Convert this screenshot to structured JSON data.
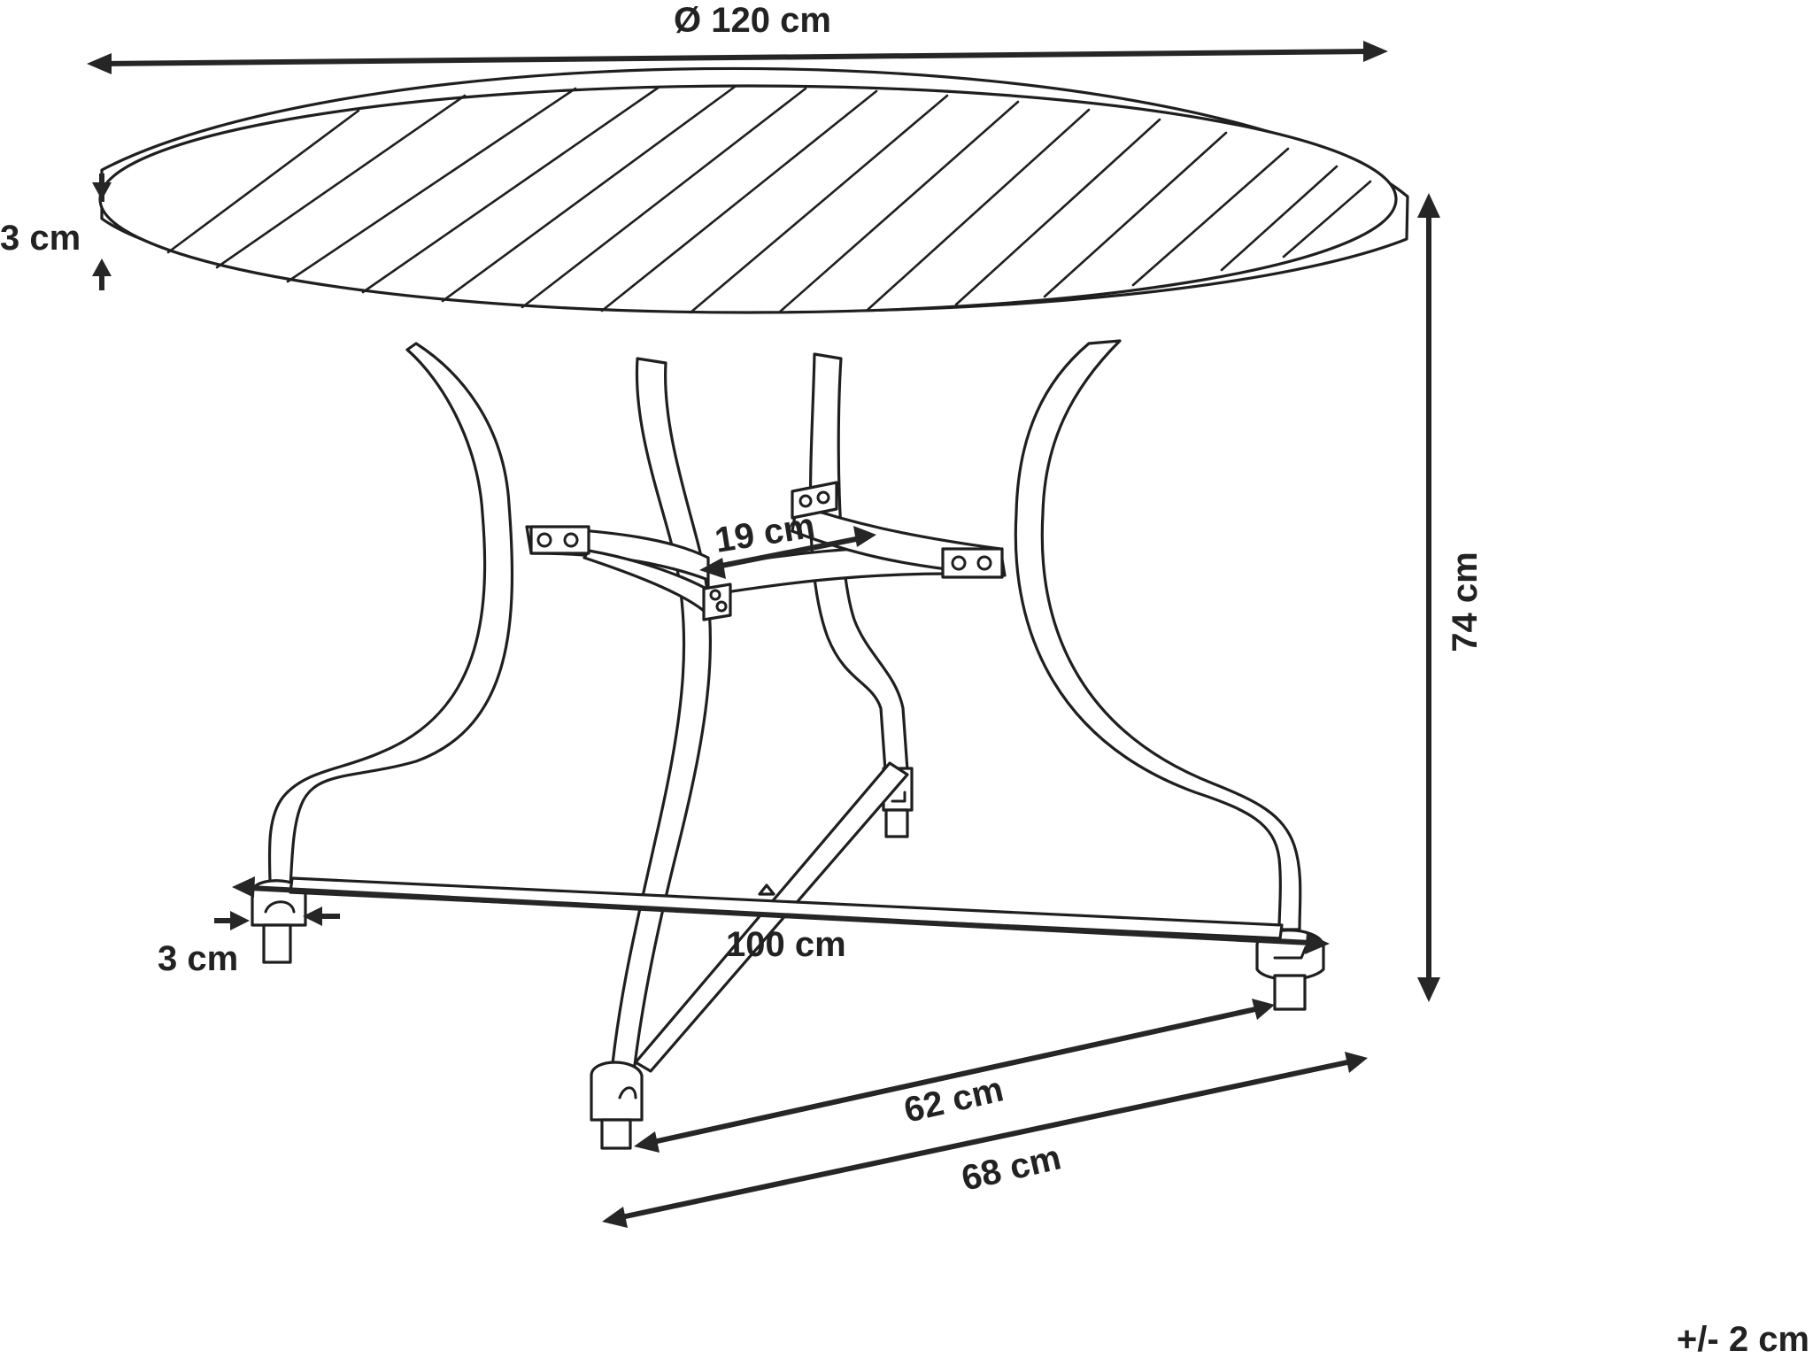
{
  "diagram": {
    "colors": {
      "ink": "#1f1f1f",
      "dimension": "#262626",
      "background": "#ffffff"
    },
    "dimensions": {
      "diameter": "Ø 120 cm",
      "top_thickness": "3 cm",
      "height": "74 cm",
      "stretcher_width": "19 cm",
      "base_span": "100 cm",
      "leg_width": "3 cm",
      "foot_inner": "62 cm",
      "foot_outer": "68 cm"
    },
    "tolerance": "+/- 2 cm"
  }
}
